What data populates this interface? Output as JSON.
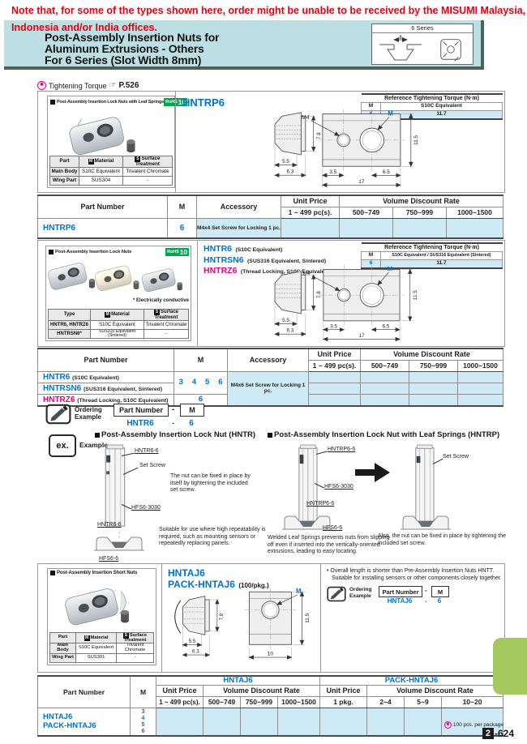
{
  "colors": {
    "accent_blue": "#0072ce",
    "magenta": "#e6007e",
    "warning_red": "#e60012",
    "rohs_green": "#00a650",
    "cell_blue": "#cdeaf6",
    "band_blue": "#bcdfe4",
    "tab_green": "#a6c95f"
  },
  "icons": {
    "torque": "✱",
    "package": "✱",
    "book": "☞"
  },
  "page": {
    "warning1": "Note that, for some of the types shown here, order might be unable to be received by the MISUMI Malaysia,",
    "warning2": "Indonesia and/or India offices.",
    "title1": "Post-Assembly Insertion Nuts for",
    "title2": "Aluminum Extrusions - Others",
    "title3": "For 6 Series (Slot Width 8mm)",
    "series_label": "6 Series",
    "series_dim": "8",
    "torque_note": "Tightening Torque",
    "torque_page": "P.526",
    "package_note": "100 pcs. per package",
    "page_no_vol": "2",
    "page_no": "-624"
  },
  "labels": {
    "part_number": "Part Number",
    "m": "M",
    "accessory": "Accessory",
    "unit_price": "Unit Price",
    "volume": "Volume Discount Rate",
    "q1": "1 ~ 499 pc(s).",
    "q2": "500~749",
    "q3": "750~999",
    "q4": "1000~1500",
    "p1": "1 pkg.",
    "p2": "2~4",
    "p3": "5~9",
    "p4": "10~20",
    "part": "Part",
    "type": "Type",
    "material": "Material",
    "surface": "Surface Treatment",
    "m_badge": "M",
    "s_badge": "S",
    "rohs": "RoHS",
    "rohs_num": "10",
    "ordering": "Ordering",
    "example": "Example",
    "ex": "ex.",
    "dash": "-"
  },
  "s1": {
    "header": "Post-Assembly Insertion Lock Nuts with Leaf Springs",
    "part": "HNTRP6",
    "spec_rows": [
      [
        "Main Body",
        "S10C Equivalent",
        "Trivalent Chromate"
      ],
      [
        "Wing Part",
        "SUS304",
        "-"
      ]
    ],
    "dims": {
      "h": "7.8",
      "w1": "5.5",
      "w2": "6.3",
      "a": "3.5",
      "b": "6.5",
      "len": "17",
      "ht": "11.5",
      "m4": "M4",
      "m": "M"
    },
    "torque": {
      "title": "Reference Tightening Torque (N·m)",
      "m": "M",
      "col": "S10C Equivalent",
      "size": "6",
      "value": "11.7"
    },
    "row": {
      "part": "HNTRP6",
      "m": "6",
      "acc": "M4x4 Set Screw for Locking 1 pc."
    }
  },
  "s2": {
    "header": "Post-Assembly Insertion Lock Nuts",
    "note": "* Electrically conductive",
    "name1": "HNTR6",
    "desc1": "(S10C Equivalent)",
    "name2": "HNTRSN6",
    "desc2": "(SUS316 Equivalent, Sintered)",
    "name3": "HNTRZ6",
    "desc3": "(Thread Locking, S10C Equivalent)",
    "spec_rows": [
      [
        "HNTR6, HNTRZ6",
        "S10C Equivalent",
        "Trivalent Chromate"
      ],
      [
        "HNTRSN6*",
        "SUS316 Equivalent (Sintered)",
        "-"
      ]
    ],
    "dims": {
      "h": "7.8",
      "w1": "5.5",
      "w2": "6.3",
      "a": "3.5",
      "b": "6.5",
      "len": "17",
      "ht": "11.5",
      "m4": "M4",
      "m": "M"
    },
    "torque": {
      "title": "Reference Tightening Torque (N·m)",
      "m": "M",
      "col": "S10C Equivalent / SUS316 Equivalent (Sintered)",
      "size": "6",
      "value": "11.7"
    },
    "m1": "3",
    "m2": "4",
    "m3": "5",
    "m4": "6",
    "m_z": "6",
    "acc": "M4x6 Set Screw for Locking 1 pc."
  },
  "ordering1": {
    "part": "HNTR6",
    "m": "6"
  },
  "ex": {
    "left_header": "Post-Assembly Insertion Lock Nut (HNTR)",
    "l_nut": "HNTR6-6",
    "l_screw": "Set Screw",
    "l_ext": "HFS6-3030",
    "l_text1": "The nut can be fixed in place by itself by tightening the included set screw.",
    "l_nut2": "HNTR6-6",
    "l_ext2": "HFS6-6",
    "l_text2": "Suitable for use where high repeatability is required, such as mounting sensors or repeatedly replacing panels.",
    "right_header": "Post-Assembly Insertion Lock Nut with Leaf Springs (HNTRP)",
    "r_nut": "HNTRP6-6",
    "r_ext": "HFS6-3030",
    "r_nut2": "HNTRP6-6",
    "r_ext2": "HFS6-6",
    "r_screw": "Set Screw",
    "r_text1": "Welded Leaf Springs prevents nuts from slipping off even if inserted into the vertically-oriented extrusions, leading to easy locating.",
    "r_text2": "Also, the nut can be fixed in place by tightening the included set screw."
  },
  "s3": {
    "header": "Post-Assembly Insertion Short Nuts",
    "part1": "HNTAJ6",
    "part2": "PACK-HNTAJ6",
    "pack_qty": "(100/pkg.)",
    "spec_rows": [
      [
        "Main Body",
        "S10C Equivalent",
        "Trivalent Chromate"
      ],
      [
        "Wing Part",
        "SUS301",
        "-"
      ]
    ],
    "dims": {
      "h": "7.8",
      "w1": "5.5",
      "w2": "6.3",
      "ht": "11.5",
      "len": "10",
      "m": "M"
    },
    "note1": "• Overall length is shorter than Pre-Assembly Insertion Nuts HNTT.",
    "note2": "Suitable for installing sensors or other components closely together.",
    "ordering": {
      "part": "HNTAJ6",
      "m": "6"
    },
    "group1": "HNTAJ6",
    "group2": "PACK-HNTAJ6",
    "row_m": [
      "3",
      "4",
      "5",
      "6"
    ]
  }
}
